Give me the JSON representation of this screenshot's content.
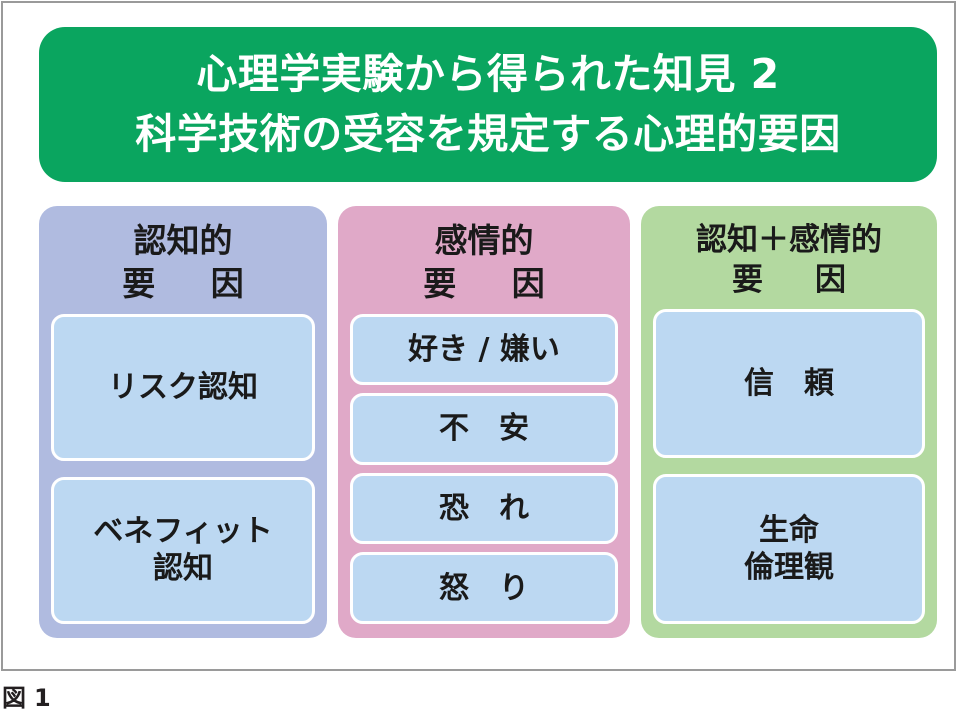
{
  "figure": {
    "caption_label": "図",
    "caption_number": "1",
    "colors": {
      "banner_green": "#0aa55f",
      "panel_cognitive": "#b0bbe0",
      "panel_affective": "#e0a9c8",
      "panel_combined": "#b3d9a0",
      "item_box_blue": "#bcd8f2",
      "frame_border": "#9a9a9a",
      "text_dark": "#1a1a1a",
      "text_light": "#ffffff"
    }
  },
  "banner": {
    "line1": "心理学実験から得られた知見 2",
    "line2": "科学技術の受容を規定する心理的要因"
  },
  "columns": [
    {
      "id": "cognitive",
      "title_line1": "認知的",
      "title_line2": "要　因",
      "items": [
        {
          "line1": "リスク認知",
          "line2": ""
        },
        {
          "line1": "ベネフィット",
          "line2": "認知"
        }
      ]
    },
    {
      "id": "affective",
      "title_line1": "感情的",
      "title_line2": "要　因",
      "items": [
        {
          "line1": "好き / 嫌い",
          "line2": ""
        },
        {
          "line1": "不　安",
          "line2": ""
        },
        {
          "line1": "恐　れ",
          "line2": ""
        },
        {
          "line1": "怒　り",
          "line2": ""
        }
      ]
    },
    {
      "id": "combined",
      "title_line1": "認知＋感情的",
      "title_line2": "要　因",
      "items": [
        {
          "line1": "信　頼",
          "line2": ""
        },
        {
          "line1": "生命",
          "line2": "倫理観"
        }
      ]
    }
  ]
}
